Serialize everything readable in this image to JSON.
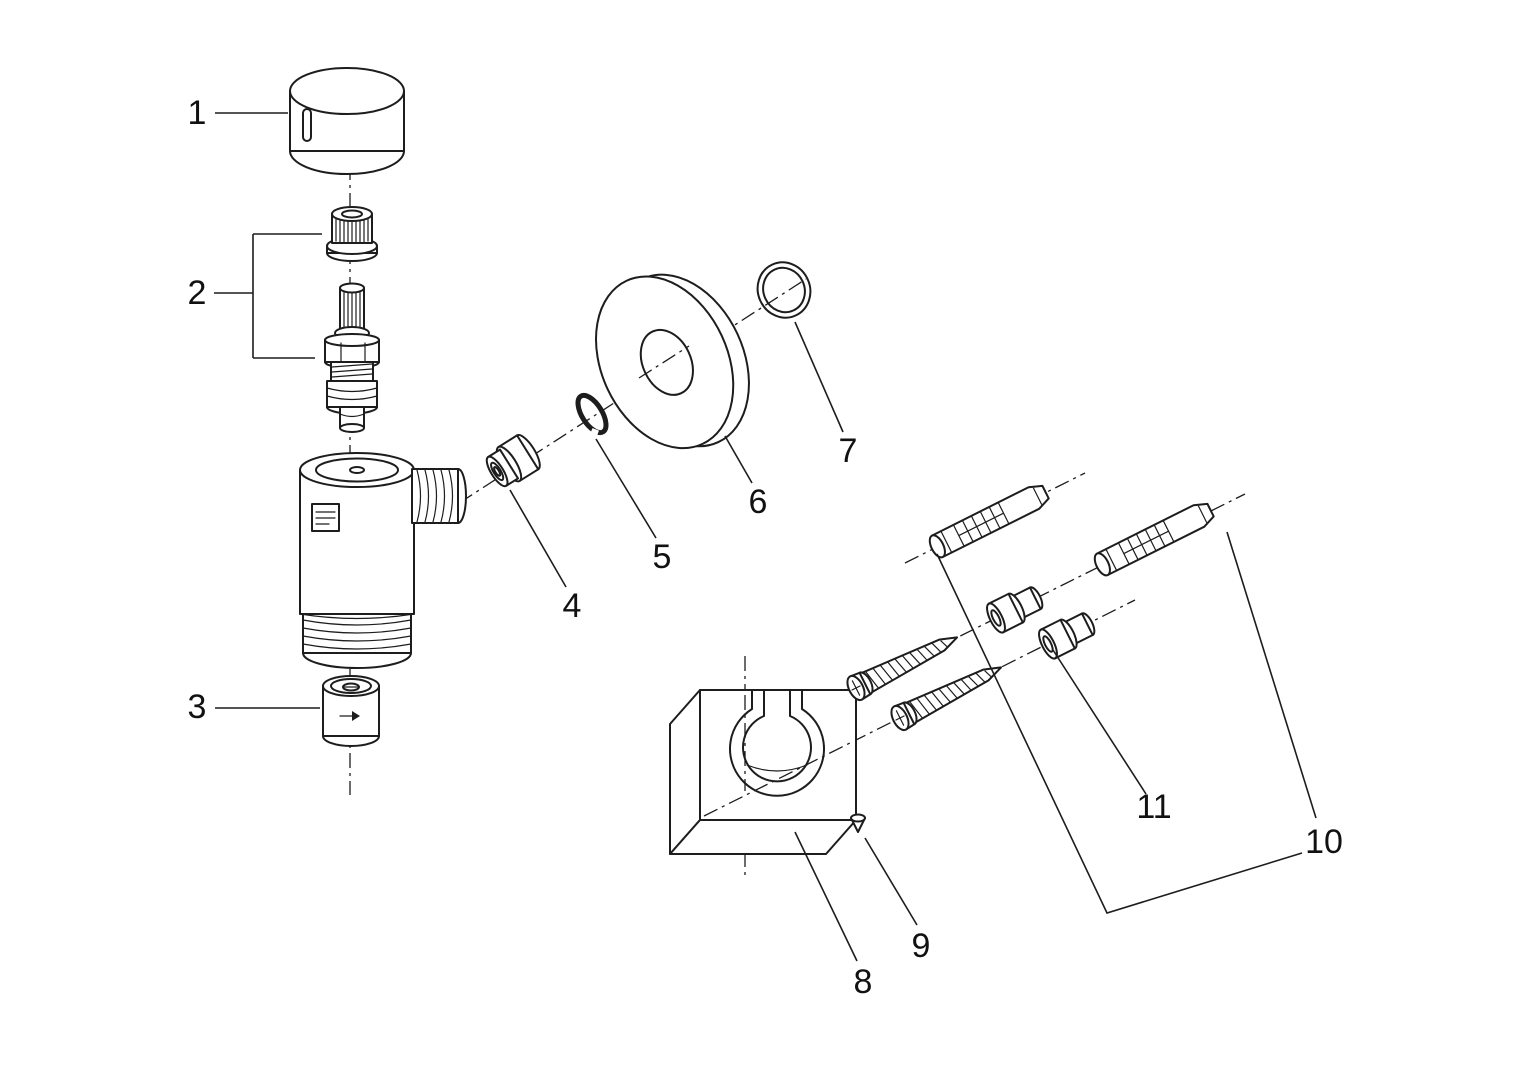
{
  "page": {
    "background": "#ffffff",
    "line_color": "#1d1d1d",
    "kind": "exploded-parts-diagram"
  },
  "callouts": [
    {
      "n": "1",
      "part": "handle-cap"
    },
    {
      "n": "2",
      "part": "valve-cartridge-assembly"
    },
    {
      "n": "3",
      "part": "outlet-adapter"
    },
    {
      "n": "4",
      "part": "connection-nipple"
    },
    {
      "n": "5",
      "part": "retaining-ring"
    },
    {
      "n": "6",
      "part": "wall-escutcheon"
    },
    {
      "n": "7",
      "part": "o-ring"
    },
    {
      "n": "8",
      "part": "hand-shower-bracket"
    },
    {
      "n": "9",
      "part": "set-screw"
    },
    {
      "n": "10",
      "part": "wall-anchors"
    },
    {
      "n": "11",
      "part": "spacer-bushings"
    }
  ]
}
